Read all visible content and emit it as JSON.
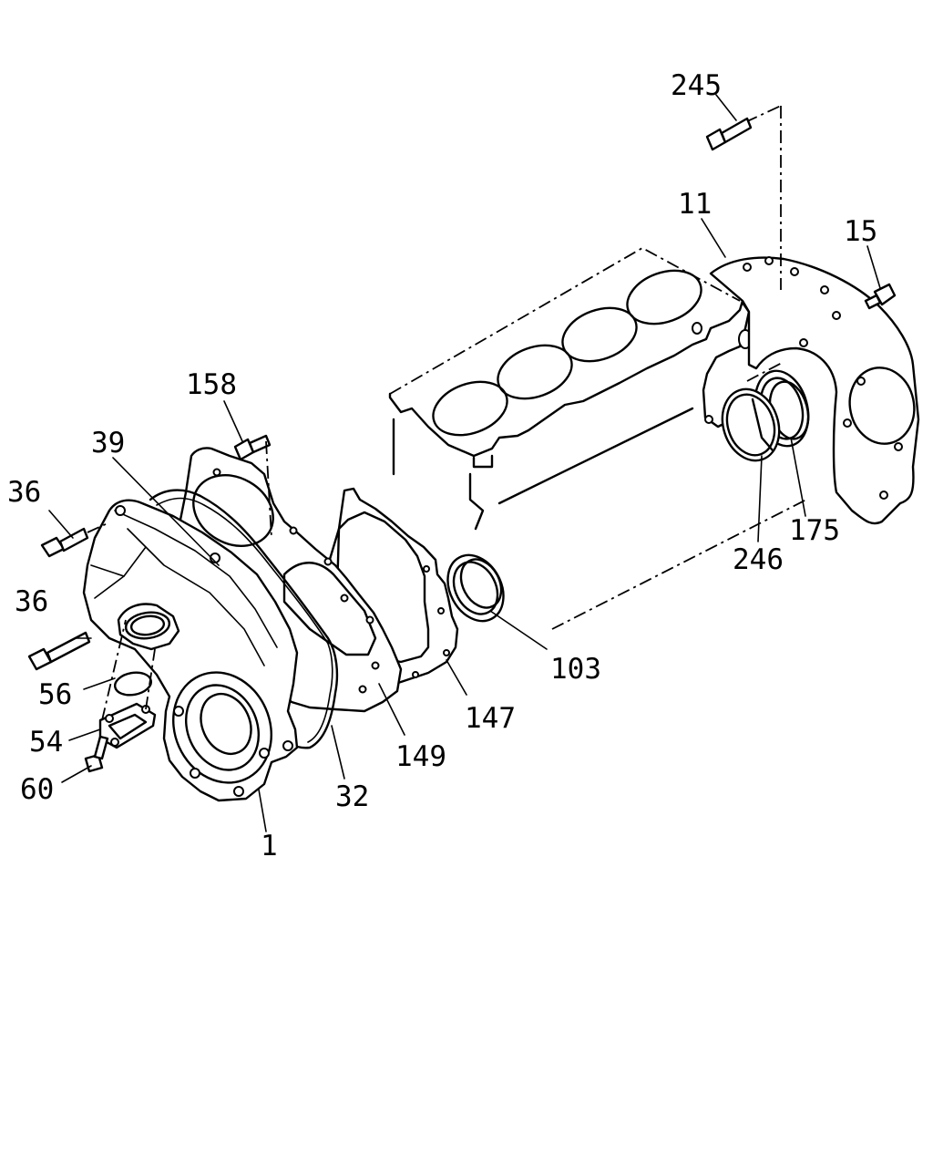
{
  "callouts": {
    "c245": "245",
    "c11": "11",
    "c15": "15",
    "c158": "158",
    "c39": "39",
    "c36a": "36",
    "c36b": "36",
    "c56": "56",
    "c54": "54",
    "c60": "60",
    "c1": "1",
    "c32": "32",
    "c149": "149",
    "c147": "147",
    "c103": "103",
    "c246": "246",
    "c175": "175"
  }
}
